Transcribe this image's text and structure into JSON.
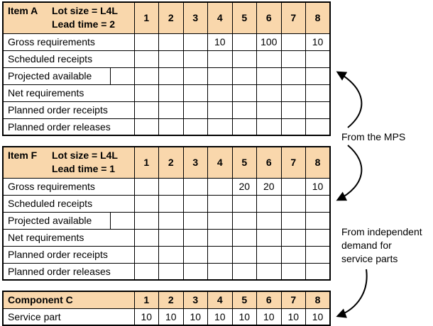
{
  "periods": [
    "1",
    "2",
    "3",
    "4",
    "5",
    "6",
    "7",
    "8"
  ],
  "item_a": {
    "name": "Item A",
    "lot_size": "Lot size = L4L",
    "lead_time": "Lead time = 2",
    "rows": [
      {
        "label": "Gross requirements",
        "values": [
          "",
          "",
          "",
          "10",
          "",
          "100",
          "",
          "10"
        ]
      },
      {
        "label": "Scheduled receipts",
        "values": [
          "",
          "",
          "",
          "",
          "",
          "",
          "",
          ""
        ]
      },
      {
        "label": "Projected available",
        "values": [
          "",
          "",
          "",
          "",
          "",
          "",
          "",
          ""
        ]
      },
      {
        "label": "Net requirements",
        "values": [
          "",
          "",
          "",
          "",
          "",
          "",
          "",
          ""
        ]
      },
      {
        "label": "Planned order receipts",
        "values": [
          "",
          "",
          "",
          "",
          "",
          "",
          "",
          ""
        ]
      },
      {
        "label": "Planned order releases",
        "values": [
          "",
          "",
          "",
          "",
          "",
          "",
          "",
          ""
        ]
      }
    ]
  },
  "item_f": {
    "name": "Item F",
    "lot_size": "Lot size = L4L",
    "lead_time": "Lead time = 1",
    "rows": [
      {
        "label": "Gross requirements",
        "values": [
          "",
          "",
          "",
          "",
          "20",
          "20",
          "",
          "10"
        ]
      },
      {
        "label": "Scheduled receipts",
        "values": [
          "",
          "",
          "",
          "",
          "",
          "",
          "",
          ""
        ]
      },
      {
        "label": "Projected available",
        "values": [
          "",
          "",
          "",
          "",
          "",
          "",
          "",
          ""
        ]
      },
      {
        "label": "Net requirements",
        "values": [
          "",
          "",
          "",
          "",
          "",
          "",
          "",
          ""
        ]
      },
      {
        "label": "Planned order receipts",
        "values": [
          "",
          "",
          "",
          "",
          "",
          "",
          "",
          ""
        ]
      },
      {
        "label": "Planned order releases",
        "values": [
          "",
          "",
          "",
          "",
          "",
          "",
          "",
          ""
        ]
      }
    ]
  },
  "component_c": {
    "name": "Component C",
    "rows": [
      {
        "label": "Service part",
        "values": [
          "10",
          "10",
          "10",
          "10",
          "10",
          "10",
          "10",
          "10"
        ]
      }
    ]
  },
  "notes": {
    "from_mps": "From the MPS",
    "from_independent_1": "From independent",
    "from_independent_2": "demand for",
    "from_independent_3": "service parts"
  }
}
